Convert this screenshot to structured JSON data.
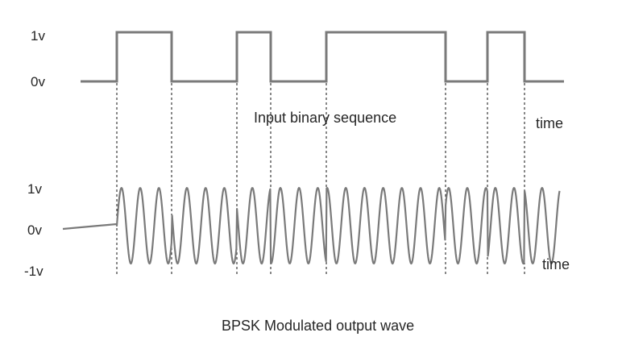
{
  "input_signal": {
    "labels": {
      "high": "1v",
      "low": "0v",
      "caption": "Input binary sequence",
      "time": "time"
    },
    "bits": [
      1,
      0,
      1,
      0,
      1,
      0,
      1,
      0
    ],
    "levels_v": [
      0,
      1
    ]
  },
  "output_wave": {
    "labels": {
      "pos": "1v",
      "zero": "0v",
      "neg": "-1v",
      "time": "time",
      "caption": "BPSK Modulated output wave"
    },
    "amplitude_v": 1,
    "phases_deg": [
      0,
      180,
      0,
      180,
      0,
      180,
      0,
      180
    ]
  },
  "colors": {
    "signal": "#7a7a7a",
    "guide": "#111111",
    "text": "#262626"
  }
}
